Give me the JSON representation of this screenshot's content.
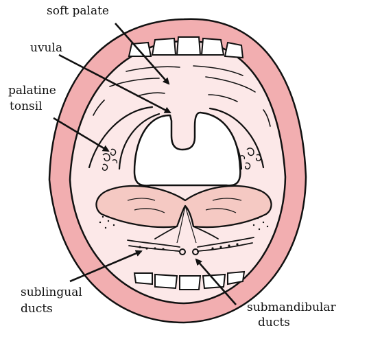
{
  "diagram": {
    "labels": {
      "soft_palate": "soft palate",
      "uvula": "uvula",
      "palatine_tonsil_line1": "palatine",
      "palatine_tonsil_line2": "tonsil",
      "sublingual_line1": "sublingual",
      "sublingual_line2": "ducts",
      "submandibular_line1": "submandibular",
      "submandibular_line2": "ducts"
    },
    "colors": {
      "lip": "#f2aeb0",
      "mouth_interior": "#fce8e8",
      "tongue": "#f5c9c3",
      "teeth": "#ffffff",
      "throat_opening": "#ffffff",
      "outline": "#111111"
    }
  }
}
